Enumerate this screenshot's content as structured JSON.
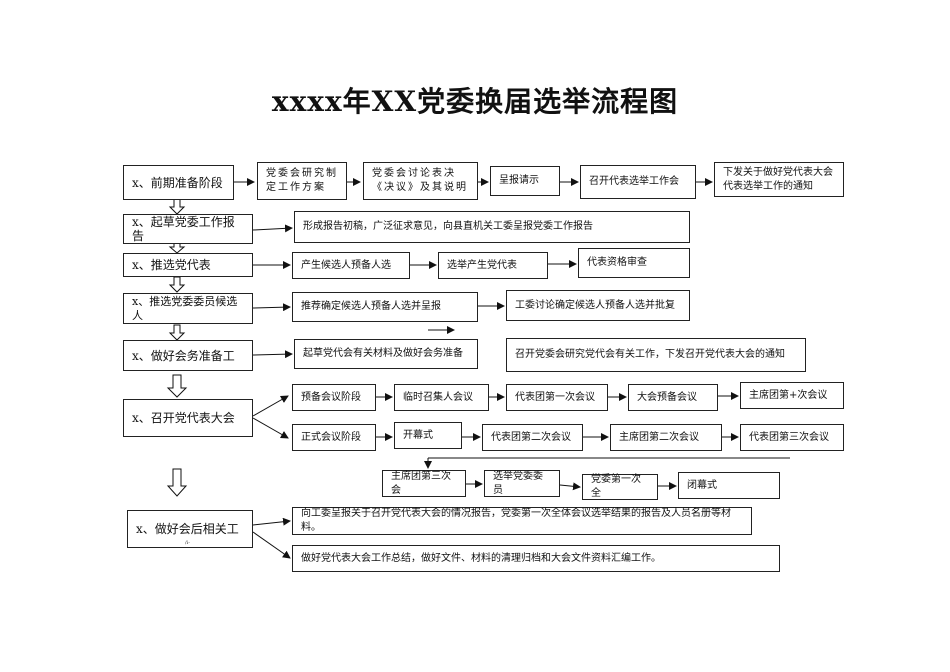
{
  "title": "xxxx年XX党委换届选举流程图",
  "stages": [
    "x、前期准备阶段",
    "x、起草党委工作报告",
    "x、推选党代表",
    "x、推选党委委员候选人",
    "x、做好会务准备工",
    "x、召开党代表大会",
    "x、做好会后相关工"
  ],
  "stage1_steps": [
    "党委会研究制定工作方案",
    "党委会讨论表决《决议》及其说明",
    "呈报请示",
    "召开代表选举工作会",
    "下发关于做好党代表大会代表选举工作的通知"
  ],
  "stage2_step": "形成报告初稿，广泛征求意见，向县直机关工委呈报党委工作报告",
  "stage3_steps": [
    "产生候选人预备人选",
    "选举产生党代表",
    "代表资格审查"
  ],
  "stage4_steps": [
    "推荐确定候选人预备人选并呈报",
    "工委讨论确定候选人预备人选并批复"
  ],
  "stage5_steps": [
    "起草党代会有关材料及做好会务准备",
    "召开党委会研究党代会有关工作，下发召开党代表大会的通知"
  ],
  "stage6_prep": [
    "预备会议阶段",
    "临时召集人会议",
    "代表团第一次会议",
    "大会预备会议",
    "主席团第+次会议"
  ],
  "stage6_formal": [
    "正式会议阶段",
    "开幕式",
    "代表团第二次会议",
    "主席团第二次会议",
    "代表团第三次会议"
  ],
  "stage6_formal2": [
    "主席团第三次会",
    "选举党委委员",
    "党委第一次全",
    "闭幕式"
  ],
  "stage7_steps": [
    "向工委呈报关于召开党代表大会的情况报告，党委第一次全体会议选举结果的报告及人员名册等材料。",
    "做好党代表大会工作总结，做好文件、材料的清理归档和大会文件资料汇编工作。"
  ],
  "note": "/i-"
}
